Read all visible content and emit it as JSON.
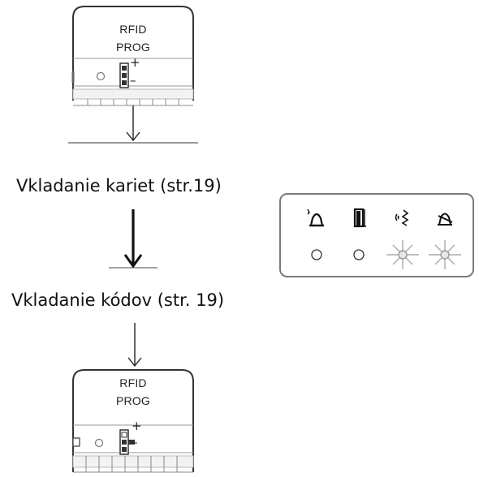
{
  "top_device": {
    "label_line1": "RFID",
    "label_line2": "PROG",
    "plus": "+",
    "minus": "–"
  },
  "step1": {
    "text": "Vkladanie kariet (str.19)"
  },
  "step2": {
    "text": "Vkladanie kódov (str. 19)"
  },
  "bottom_device": {
    "label_line1": "RFID",
    "label_line2": "PROG",
    "plus": "+",
    "minus": "–"
  },
  "panel": {
    "icons": [
      "alarm-bell-icon",
      "door-icon",
      "speaker-icon",
      "bell-off-icon"
    ],
    "leds": [
      "off",
      "off",
      "blinking",
      "blinking"
    ]
  }
}
